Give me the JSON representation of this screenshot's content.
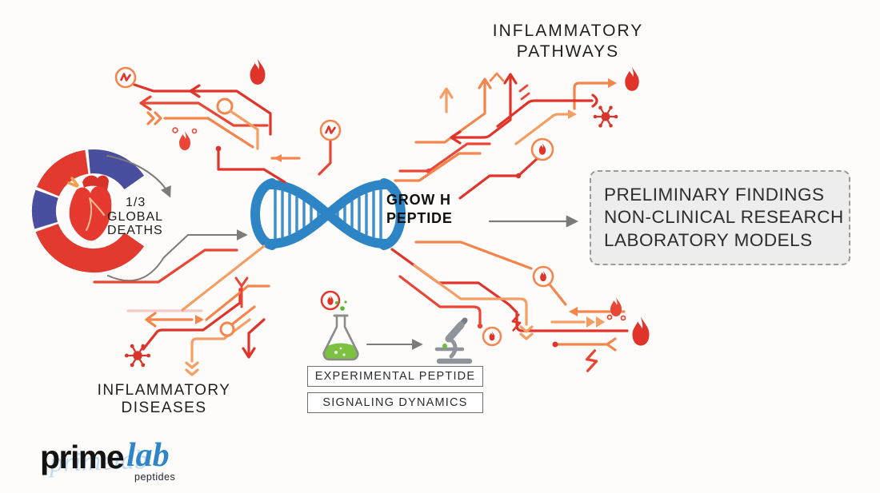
{
  "background": "#fdfcfa",
  "palette": {
    "trace_red": "#e0332a",
    "trace_red2": "#ea4635",
    "trace_orange": "#f4854d",
    "trace_orange2": "#f59e63",
    "dna_blue": "#2e85c6",
    "donut_red": "#e23a2e",
    "donut_navy": "#4a4e9f",
    "flask_green": "#7cc142",
    "connector_gray": "#7b7b7b",
    "logo_blue": "#2e86c8",
    "text_dark": "#1e1e1e"
  },
  "top_label": {
    "line1": "INFLAMMATORY",
    "line2": "PATHWAYS"
  },
  "stat_callout": {
    "value": "1/3",
    "line2": "GLOBAL",
    "line3": "DEATHS"
  },
  "center_label": {
    "line1": "GROW H",
    "line2": "PEPTIDE"
  },
  "result_box": {
    "line1": "PRELIMINARY FINDINGS",
    "line2": "NON-CLINICAL RESEARCH",
    "line3": "LABORATORY MODELS"
  },
  "bottom_left_label": {
    "line1": "INFLAMMATORY",
    "line2": "DISEASES"
  },
  "process_labels": {
    "box1": "EXPERIMENTAL PEPTIDE",
    "box2": "SIGNALING DYNAMICS"
  },
  "logo": {
    "prime": "prime",
    "lab": "lab",
    "sub": "peptides",
    "ghost": "primelab"
  },
  "icons": [
    "dna-helix-icon",
    "heart-icon",
    "donut-chart",
    "flask-icon",
    "microscope-icon",
    "flame-icon",
    "virus-icon",
    "pulse-circle-icon",
    "flame-circle-icon",
    "zigzag-icon",
    "double-chevron-icon",
    "arrow-icon",
    "node-dot"
  ],
  "chart_data": {
    "type": "pie",
    "variant": "donut",
    "title": "",
    "callout": "1/3 GLOBAL DEATHS",
    "legend": false,
    "gap_deg": 70,
    "segments": [
      {
        "color": "#e23a2e",
        "sweep_deg": 125
      },
      {
        "color": "#4a4e9f",
        "sweep_deg": 37
      },
      {
        "color": "#e23a2e",
        "sweep_deg": 59
      },
      {
        "color": "#4a4e9f",
        "sweep_deg": 60
      }
    ]
  }
}
